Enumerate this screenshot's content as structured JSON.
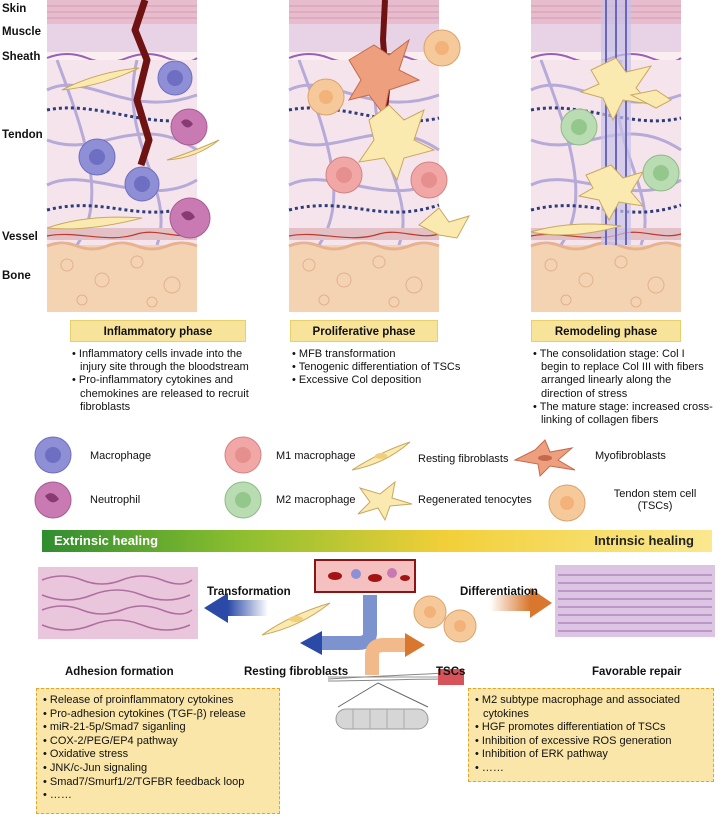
{
  "layers": [
    "Skin",
    "Muscle",
    "Sheath",
    "Tendon",
    "Vessel",
    "Bone"
  ],
  "phases": [
    {
      "title": "Inflammatory phase",
      "bullets": [
        "Inflammatory cells invade into the injury site through the bloodstream",
        "Pro-inflammatory cytokines and chemokines are released to recruit fibroblasts"
      ]
    },
    {
      "title": "Proliferative phase",
      "bullets": [
        "MFB transformation",
        "Tenogenic differentiation of TSCs",
        "Excessive Col deposition"
      ]
    },
    {
      "title": "Remodeling phase",
      "bullets": [
        "The consolidation stage: Col I begin to replace Col III with fibers arranged linearly along the direction of stress",
        "The mature stage: increased cross-linking of collagen fibers"
      ]
    }
  ],
  "legend": {
    "macrophage": "Macrophage",
    "m1": "M1 macrophage",
    "resting": "Resting fibroblasts",
    "myo": "Myofibroblasts",
    "neutrophil": "Neutrophil",
    "m2": "M2 macrophage",
    "regenerated": "Regenerated tenocytes",
    "tsc": "Tendon stem cell (TSCs)"
  },
  "healing": {
    "extrinsic": "Extrinsic healing",
    "intrinsic": "Intrinsic healing"
  },
  "flow": {
    "transformation": "Transformation",
    "differentiation": "Differentiation",
    "adhesion": "Adhesion formation",
    "resting": "Resting fibroblasts",
    "tscs": "TSCs",
    "favorable": "Favorable repair"
  },
  "left_box": [
    "Release of proinflammatory cytokines",
    "Pro-adhesion cytokines (TGF-β) release",
    "miR-21-5p/Smad7 siganling",
    "COX-2/PEG/EP4 pathway",
    "Oxidative stress",
    "JNK/c-Jun signaling",
    "Smad7/Smurf1/2/TGFBR feedback loop",
    "……"
  ],
  "right_box": [
    "M2 subtype macrophage and associated cytokines",
    "HGF promotes differentiation of TSCs",
    "Inhibition of excessive ROS generation",
    "Inhibition of ERK pathway",
    "……"
  ],
  "colors": {
    "phase_title": "#f7e39a",
    "box_fill": "#fae6a8",
    "macrophage": "#8f8fd6",
    "m1": "#f2a7a7",
    "m2": "#b9dcb3",
    "neutrophil": "#c97ab3",
    "tsc": "#f6c99a",
    "fibroblast": "#fbeab0"
  }
}
